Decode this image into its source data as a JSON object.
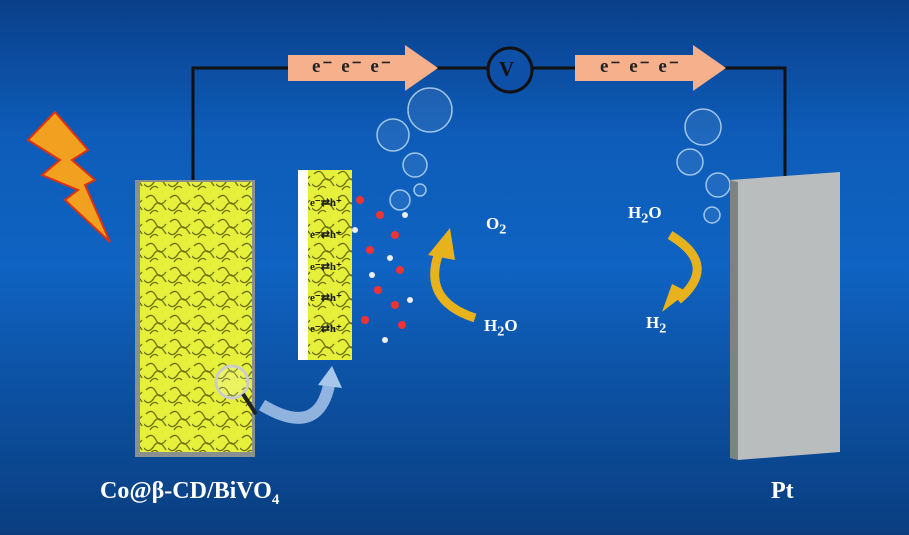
{
  "circuit": {
    "left_arrow_label": "e⁻ e⁻ e⁻",
    "right_arrow_label": "e⁻ e⁻ e⁻",
    "meter_label": "V"
  },
  "photoanode": {
    "label": "Co@β-CD/BiVO",
    "label_subscript": "4"
  },
  "cathode": {
    "label": "Pt"
  },
  "inset": {
    "charge_pairs": [
      "e⁻⇄h⁺",
      "e⁻⇄h⁺",
      "e⁻⇄h⁺",
      "e⁻⇄h⁺",
      "e⁻⇄h⁺"
    ]
  },
  "anode_reaction": {
    "product": "O",
    "product_sub": "2",
    "reactant": "H",
    "reactant_sub": "2",
    "reactant_tail": "O"
  },
  "cathode_reaction": {
    "reactant": "H",
    "reactant_sub": "2",
    "reactant_tail": "O",
    "product": "H",
    "product_sub": "2"
  },
  "colors": {
    "arrow": "#f7b08c",
    "semiconductor": "#e6f03a",
    "reaction_arrow": "#e8b21c",
    "pt": "#b9bdbd"
  }
}
